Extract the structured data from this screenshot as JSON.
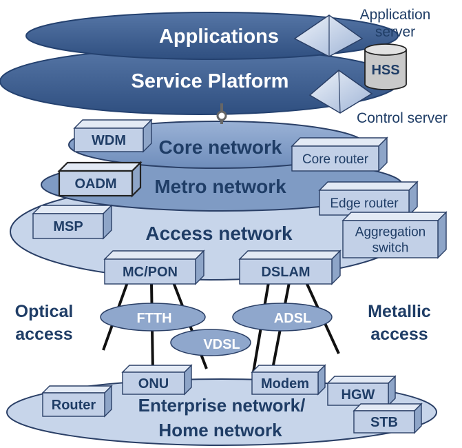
{
  "colors": {
    "dark_layer": "#3d5f90",
    "mid_layer": "#7f9bc4",
    "light_layer": "#c7d5ea",
    "box_face": "#c2d0e7",
    "box_top": "#e3eaf5",
    "box_side": "#8ea5c8",
    "stroke": "#2a3f66",
    "text_dark": "#1f3d66",
    "text_white": "#ffffff"
  },
  "layers": {
    "applications": "Applications",
    "service_platform": "Service Platform",
    "core": "Core network",
    "metro": "Metro network",
    "access": "Access network",
    "enterprise_line1": "Enterprise network/",
    "enterprise_line2": "Home network"
  },
  "servers": {
    "application_line1": "Application",
    "application_line2": "server",
    "control": "Control server",
    "hss": "HSS"
  },
  "boxes": {
    "wdm": "WDM",
    "oadm": "OADM",
    "msp": "MSP",
    "core_router": "Core router",
    "edge_router": "Edge router",
    "aggregation_line1": "Aggregation",
    "aggregation_line2": "switch",
    "mc_pon": "MC/PON",
    "dslam": "DSLAM",
    "onu": "ONU",
    "modem": "Modem",
    "router": "Router",
    "hgw": "HGW",
    "stb": "STB"
  },
  "links": {
    "ftth": "FTTH",
    "adsl": "ADSL",
    "vdsl": "VDSL"
  },
  "access_types": {
    "optical_line1": "Optical",
    "optical_line2": "access",
    "metallic_line1": "Metallic",
    "metallic_line2": "access"
  }
}
